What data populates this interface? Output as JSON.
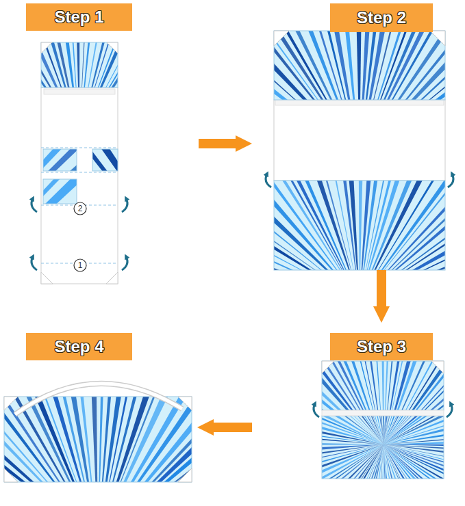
{
  "diagram": {
    "nodes": [
      {
        "text": [
          "Step 1"
        ]
      },
      {
        "text": [
          "Step 2"
        ]
      },
      {
        "text": [
          "2"
        ],
        "in": 0
      },
      {
        "text": [
          "1"
        ],
        "in": 0
      },
      {
        "text": [
          "Step 4"
        ]
      },
      {
        "text": [
          "Step 3"
        ]
      }
    ],
    "edges": [
      {
        "from": 0,
        "to": 1,
        "arrow": "to"
      },
      {
        "from": 1,
        "to": 5,
        "arrow": "to"
      },
      {
        "from": 5,
        "to": 4,
        "arrow": "to"
      }
    ]
  }
}
